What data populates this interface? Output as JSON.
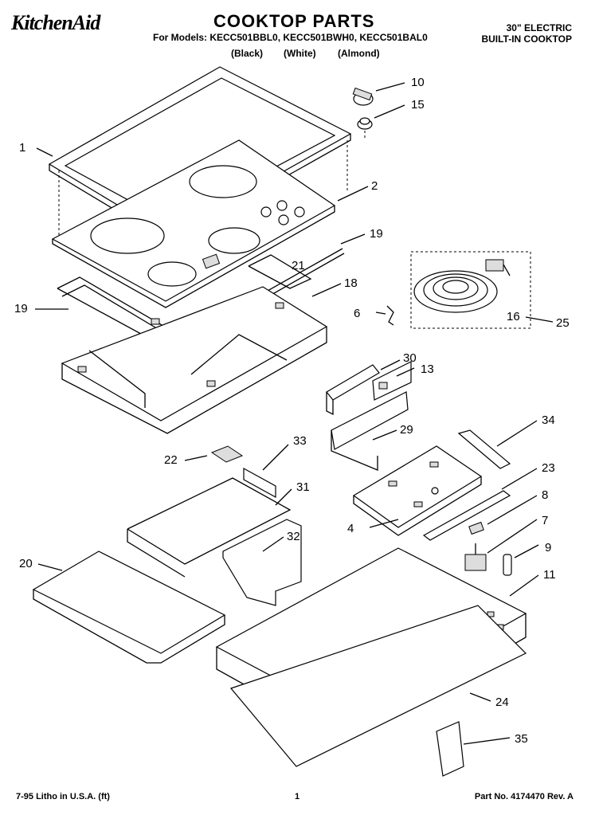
{
  "header": {
    "brand": "KitchenAid",
    "title": "COOKTOP PARTS",
    "models": "For Models: KECC501BBL0, KECC501BWH0, KECC501BAL0",
    "colors": [
      "(Black)",
      "(White)",
      "(Almond)"
    ],
    "right_line1": "30\" ELECTRIC",
    "right_line2": "BUILT-IN COOKTOP"
  },
  "callouts": {
    "c1": "1",
    "c2": "2",
    "c4": "4",
    "c6": "6",
    "c7": "7",
    "c8": "8",
    "c9": "9",
    "c10": "10",
    "c11": "11",
    "c13": "13",
    "c15": "15",
    "c16": "16",
    "c18": "18",
    "c19a": "19",
    "c19b": "19",
    "c20": "20",
    "c21": "21",
    "c22": "22",
    "c23": "23",
    "c24": "24",
    "c25": "25",
    "c29": "29",
    "c30": "30",
    "c31": "31",
    "c32": "32",
    "c33": "33",
    "c34": "34",
    "c35": "35"
  },
  "footer": {
    "left": "7-95 Litho in U.S.A. (ft)",
    "center": "1",
    "right": "Part No. 4174470 Rev. A"
  }
}
